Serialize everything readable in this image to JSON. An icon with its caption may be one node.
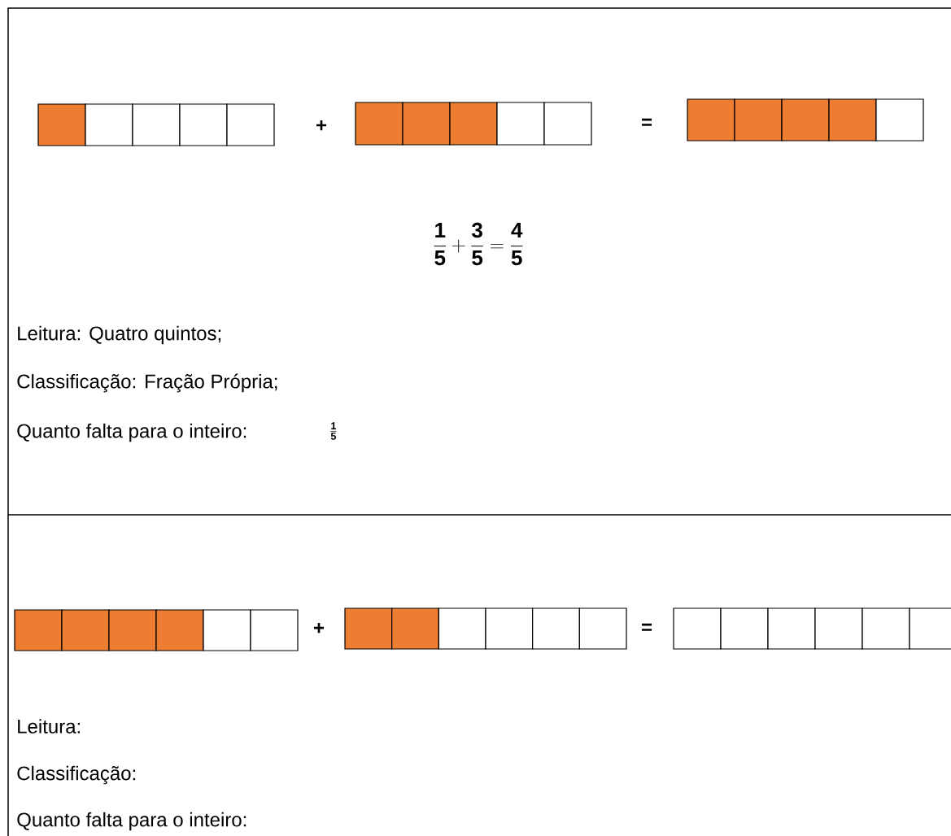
{
  "diagram": {
    "nodes": [
      {
        "text": [],
        "shape": "bar"
      },
      {
        "text": [],
        "shape": "bar"
      },
      {
        "text": [],
        "shape": "bar"
      },
      {
        "text": [],
        "shape": "bar"
      },
      {
        "text": [],
        "shape": "bar"
      },
      {
        "text": [],
        "shape": "bar"
      }
    ],
    "labels": [
      "+",
      "=",
      "\\frac{\\mathbf{1}}{\\mathbf{5}}+\\frac{\\mathbf{3}}{\\mathbf{5}}=\\frac{\\mathbf{4}}{\\mathbf{5}}",
      "Leitura: Quatro quintos;",
      "Classificação: Fração Própria;",
      "Quanto falta para o inteiro:",
      "\\frac{\\mathbf{1}}{\\mathbf{5}}",
      "+",
      "=",
      "Leitura:",
      "Classificação:",
      "Quanto falta para o inteiro:"
    ]
  }
}
